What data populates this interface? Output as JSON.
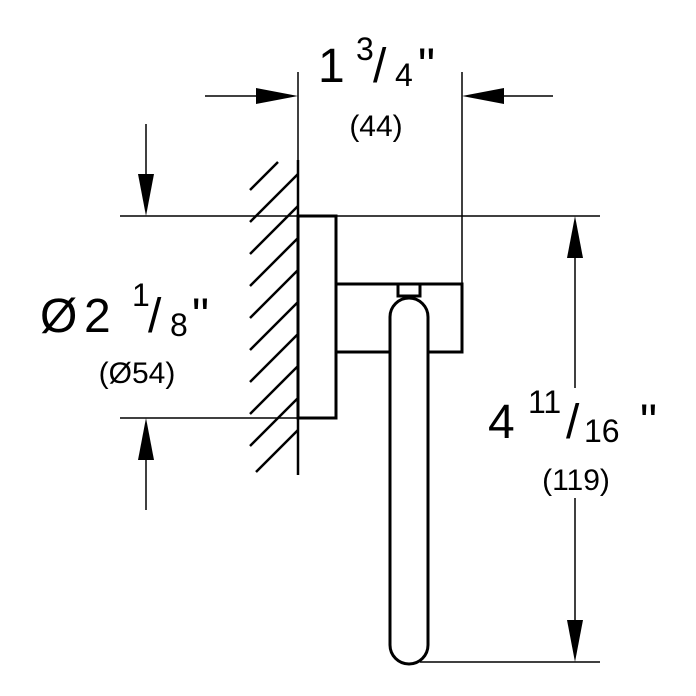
{
  "dimensions": {
    "depth": {
      "whole": "1",
      "num": "3",
      "slash": "/",
      "den": "4",
      "unit": "\"",
      "metric": "(44)"
    },
    "diameter": {
      "symbol": "Ø",
      "whole": "2",
      "num": "1",
      "slash": "/",
      "den": "8",
      "unit": "\"",
      "metric": "(Ø54)"
    },
    "height": {
      "whole": "4",
      "num": "11",
      "slash": "/",
      "den": "16",
      "unit": "\"",
      "metric": "(119)"
    }
  },
  "colors": {
    "line": "#000000",
    "background": "#ffffff"
  }
}
